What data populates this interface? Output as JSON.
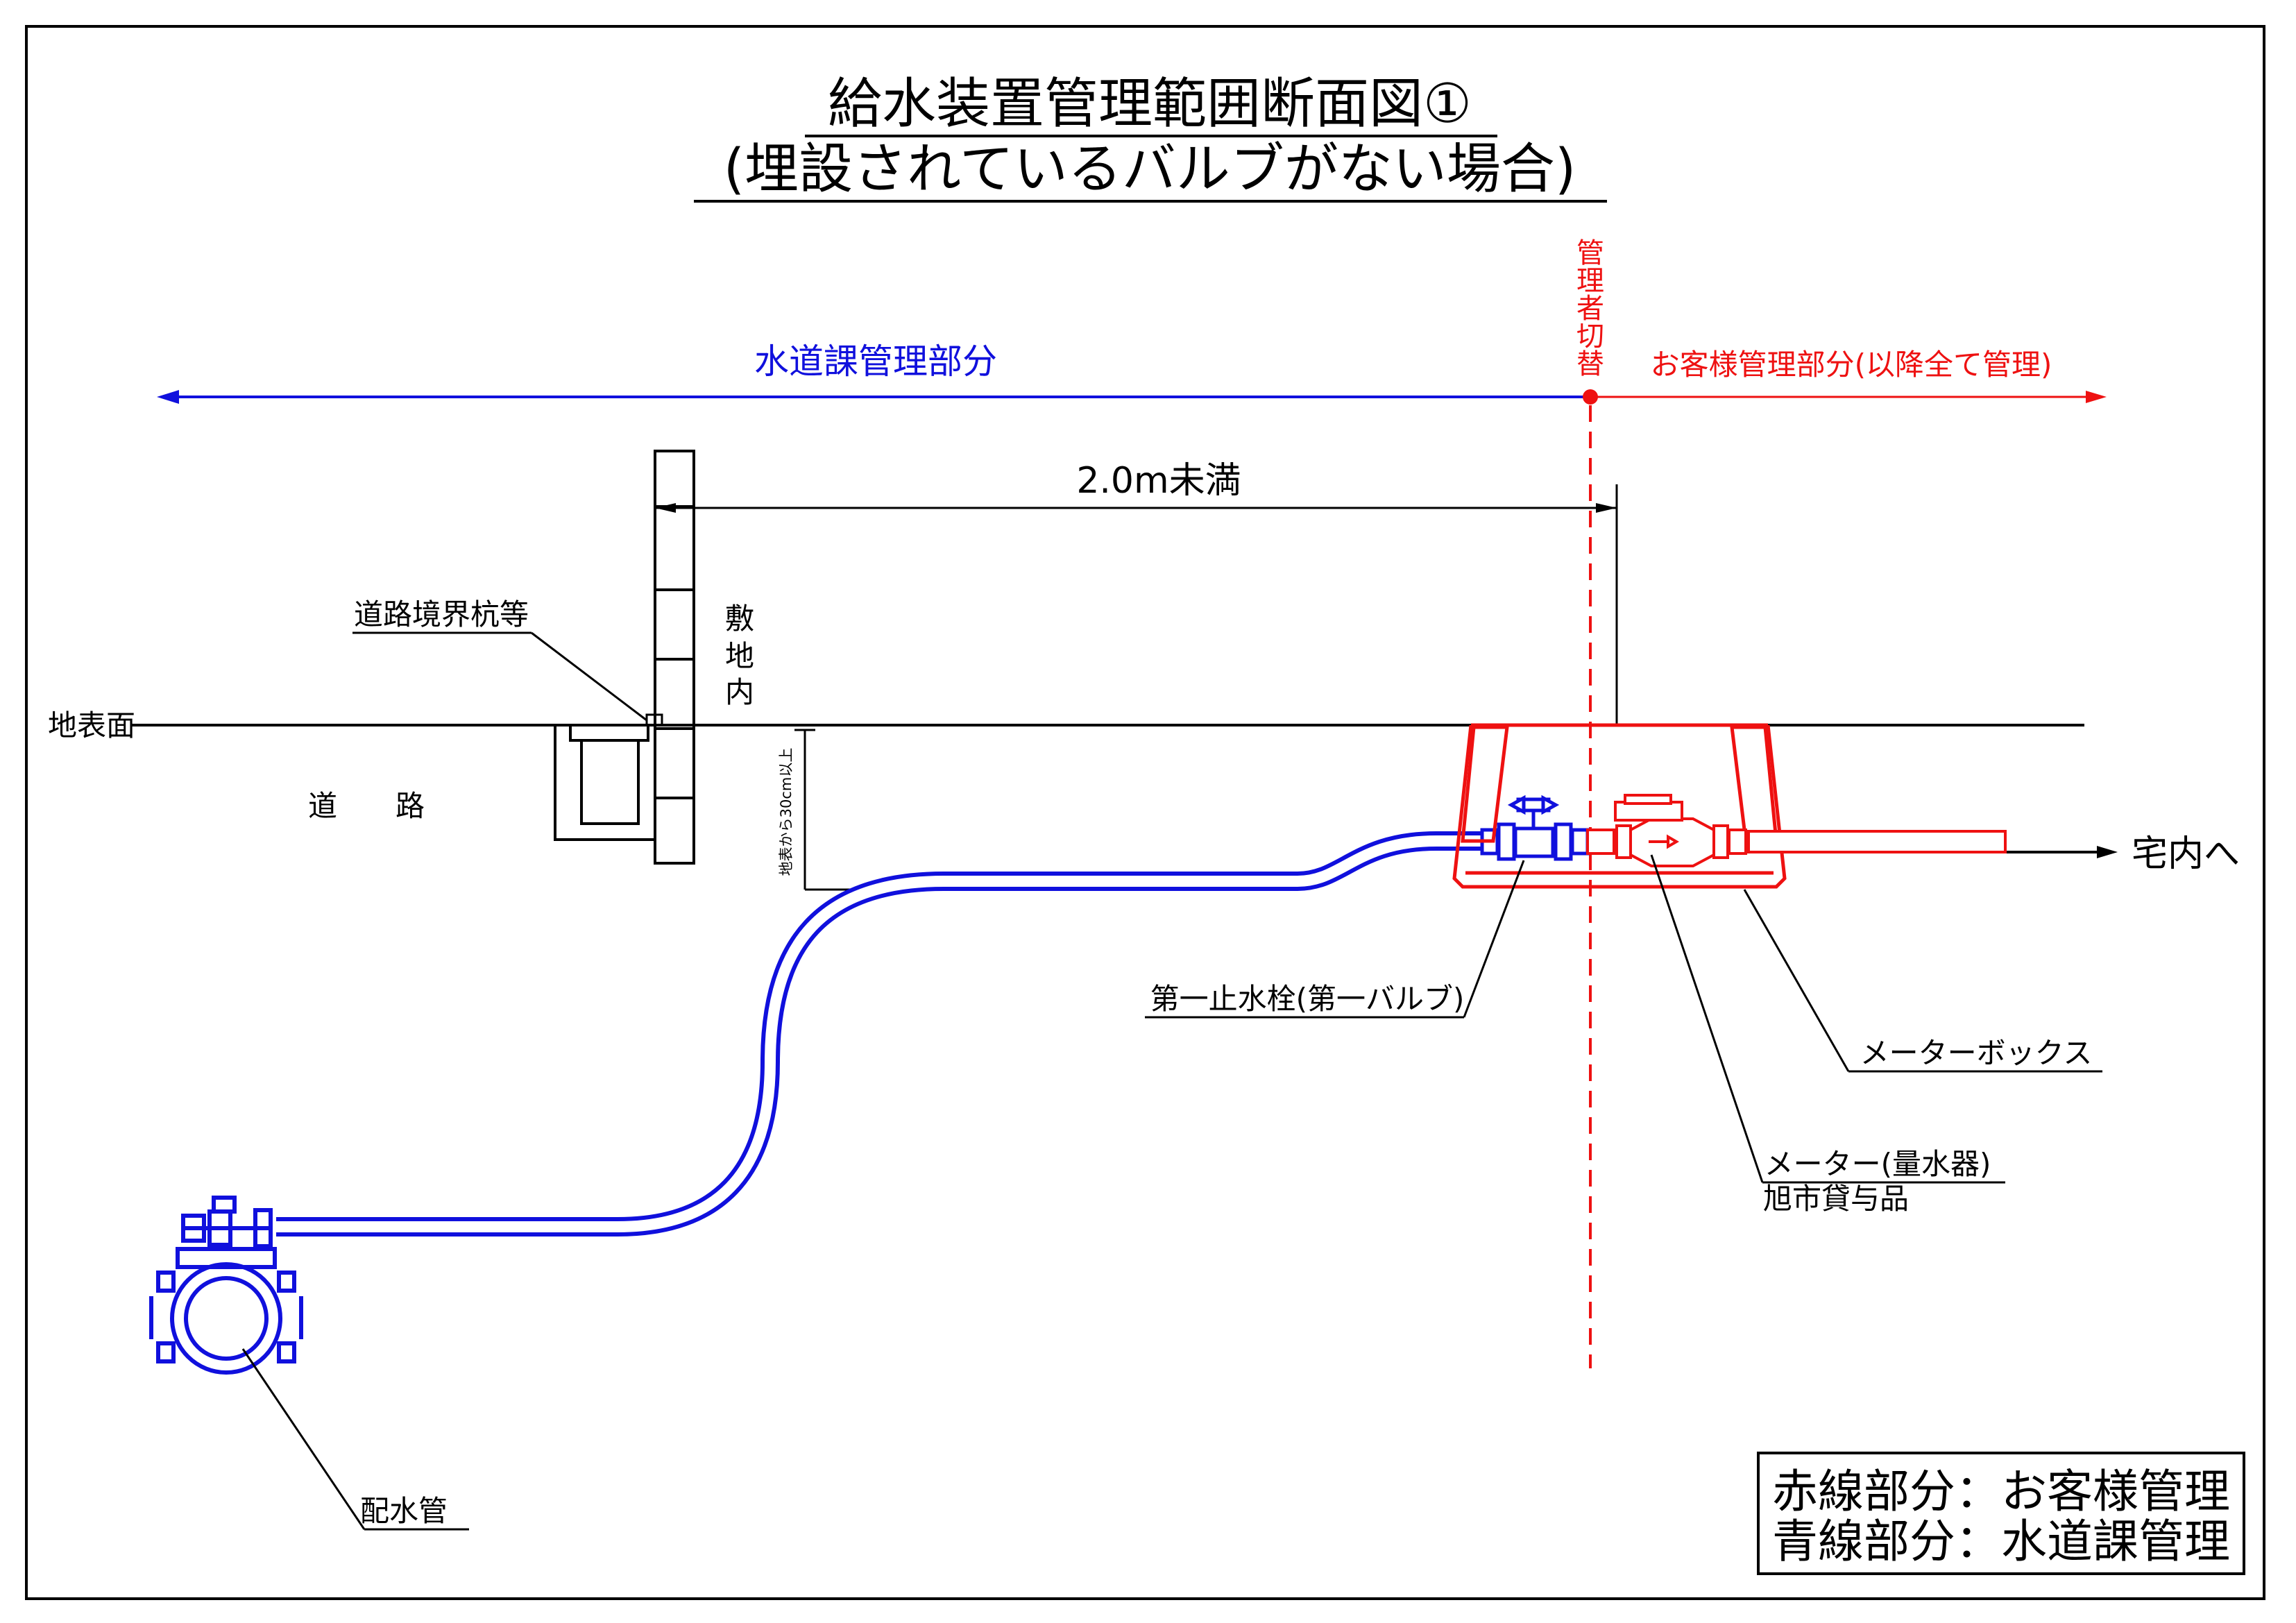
{
  "title": {
    "line1": "給水装置管理範囲断面図①",
    "line2": "(埋設されているバルブがない場合)"
  },
  "zones": {
    "city": "水道課管理部分",
    "customer": "お客様管理部分(以降全て管理)",
    "switch_chars": [
      "管",
      "理",
      "者",
      "切",
      "替"
    ]
  },
  "dimension": {
    "label": "2.0m未満"
  },
  "labels": {
    "boundary_stake": "道路境界杭等",
    "ground_surface": "地表面",
    "road": "道　　路",
    "premises_chars": [
      "敷",
      "地",
      "内"
    ],
    "depth": "地表から30cm以上",
    "first_stop_valve": "第一止水栓(第一バルブ)",
    "meter_box": "メーターボックス",
    "meter": "メーター(量水器)",
    "meter_loan": "旭市貸与品",
    "to_house": "宅内へ",
    "distribution_main": "配水管"
  },
  "legend": {
    "red": "赤線部分：お客様管理",
    "blue": "青線部分：水道課管理"
  },
  "colors": {
    "blue": "#1010dd",
    "red": "#ee1111",
    "black": "#000000"
  }
}
